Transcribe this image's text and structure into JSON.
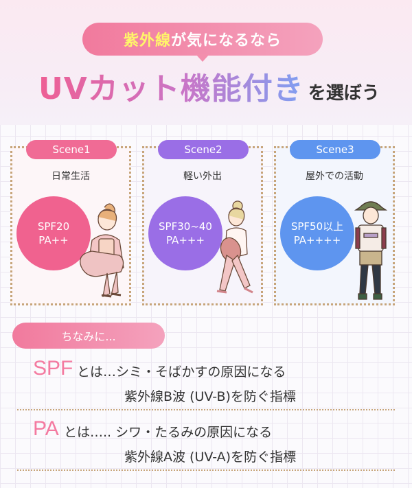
{
  "banner": {
    "highlight": "紫外線",
    "rest": "が気になるなら"
  },
  "headline": {
    "big": "UVカット機能付き",
    "small": "を選ぼう"
  },
  "scenes": [
    {
      "tag": "Scene1",
      "title": "日常生活",
      "spf": "SPF20",
      "pa": "PA++",
      "color": "#f06b95"
    },
    {
      "tag": "Scene2",
      "title": "軽い外出",
      "spf": "SPF30~40",
      "pa": "PA+++",
      "color": "#9a6ee6"
    },
    {
      "tag": "Scene3",
      "title": "屋外での活動",
      "spf": "SPF50以上",
      "pa": "PA++++",
      "color": "#5e95ef"
    }
  ],
  "note": {
    "label": "ちなみに..."
  },
  "definitions": [
    {
      "abbr": "SPF",
      "line1": "とは…シミ・そばかすの原因になる",
      "line2": "紫外線B波 (UV-B)を防ぐ指標"
    },
    {
      "abbr": "PA",
      "line1": "とは….. シワ・たるみの原因になる",
      "line2": "紫外線A波 (UV-A)を防ぐ指標"
    }
  ]
}
